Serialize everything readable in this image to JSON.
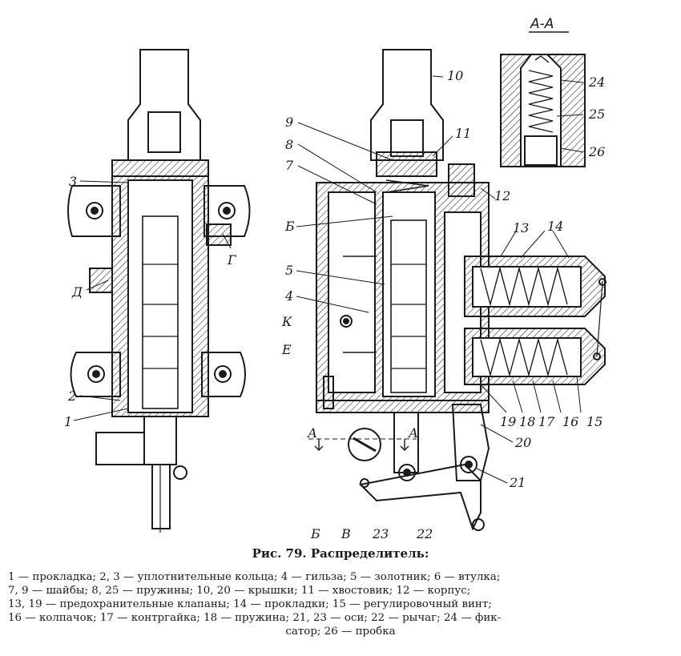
{
  "figure": {
    "caption": "Рис. 79. Распределитель:",
    "section_label": "А-А",
    "legend_lines": [
      "1 — прокладка; 2, 3 — уплотнительные кольца; 4 — гильза; 5 — золотник; 6 — втулка;",
      "7, 9 — шайбы; 8, 25 — пружины; 10, 20 — крышки; 11 — хвостовик; 12 — корпус;",
      "13, 19 — предохранительные клапаны; 14 — прокладки; 15 — регулировочный винт;",
      "16 — колпачок; 17 — контргайка; 18 — пружина; 21, 23 — оси; 22 — рычаг; 24 — фик-",
      "сатор; 26 — пробка"
    ]
  },
  "labels": {
    "l1": "1",
    "l2": "2",
    "l3": "3",
    "lD": "Д",
    "lG": "Г",
    "l10": "10",
    "l9": "9",
    "l8": "8",
    "l7": "7",
    "l11": "11",
    "l6": "Б",
    "l12": "12",
    "l13": "13",
    "l14": "14",
    "l5": "5",
    "l4": "4",
    "lK": "К",
    "lE": "Е",
    "l19": "19",
    "l18": "18",
    "l17": "17",
    "l16": "16",
    "l15": "15",
    "l20": "20",
    "l21": "21",
    "lA1": "А",
    "lA2": "А",
    "lB": "Б",
    "lV": "В",
    "l23": "23",
    "l22": "22",
    "l24": "24",
    "l25": "25",
    "l26": "26"
  }
}
